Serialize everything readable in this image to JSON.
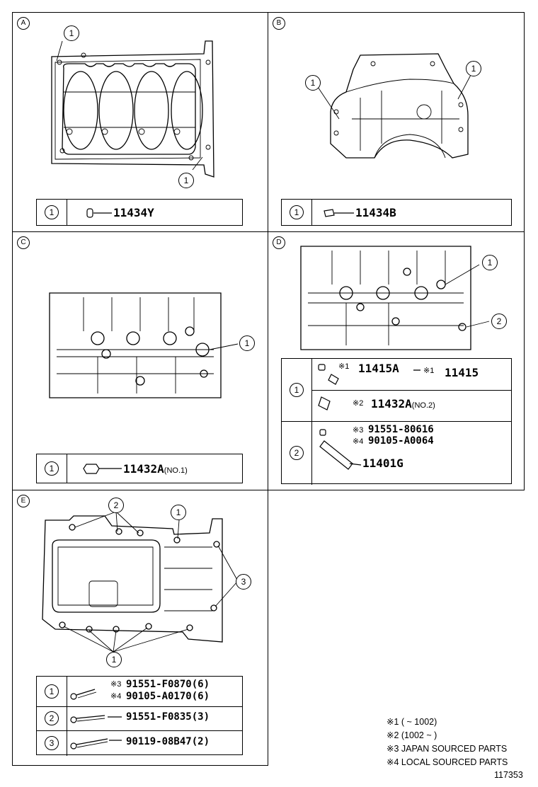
{
  "panels": {
    "A": {
      "corner": "A",
      "callouts": [
        "1",
        "1"
      ],
      "table": {
        "num": "1",
        "part": "11434Y"
      }
    },
    "B": {
      "corner": "B",
      "callouts": [
        "1",
        "1"
      ],
      "table": {
        "num": "1",
        "part": "11434B"
      }
    },
    "C": {
      "corner": "C",
      "callouts": [
        "1"
      ],
      "table": {
        "num": "1",
        "part": "11432A",
        "qualifier": "(NO.1)"
      }
    },
    "D": {
      "corner": "D",
      "callouts": [
        "1",
        "2"
      ],
      "rows": [
        {
          "num": "1",
          "mark1": "※1",
          "part1": "11415A",
          "mark1b": "※1",
          "part1b": "11415",
          "mark2": "※2",
          "part2": "11432A",
          "qualifier2": "(NO.2)"
        },
        {
          "num": "2",
          "mark3": "※3",
          "part3": "91551-80616",
          "mark4": "※4",
          "part4": "90105-A0064",
          "part5": "11401G"
        }
      ]
    },
    "E": {
      "corner": "E",
      "callouts": [
        "2",
        "1",
        "3",
        "1"
      ],
      "rows": [
        {
          "num": "1",
          "mark3": "※3",
          "part3": "91551-F0870(6)",
          "mark4": "※4",
          "part4": "90105-A0170(6)"
        },
        {
          "num": "2",
          "part": "91551-F0835(3)"
        },
        {
          "num": "3",
          "part": "90119-08B47(2)"
        }
      ]
    }
  },
  "notes": [
    "※1 (        ~ 1002)",
    "※2 (1002 ~        )",
    "※3 JAPAN SOURCED PARTS",
    "※4 LOCAL SOURCED PARTS"
  ],
  "figure_number": "117353"
}
